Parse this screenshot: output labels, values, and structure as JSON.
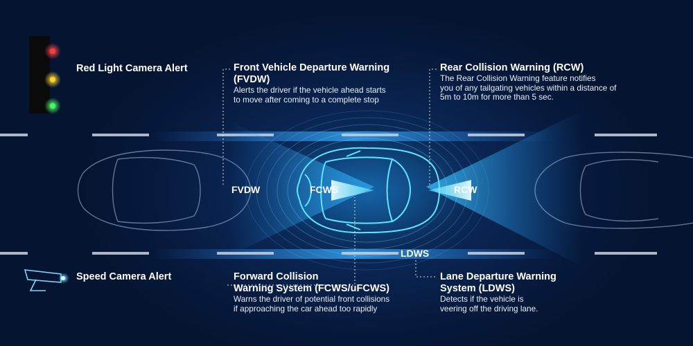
{
  "alerts": {
    "red_light": "Red Light Camera Alert",
    "speed_camera": "Speed Camera Alert"
  },
  "features": {
    "fvdw": {
      "title_line1": "Front Vehicle Departure Warning",
      "title_line2": "(FVDW)",
      "desc_line1": "Alerts the driver if the vehicle ahead starts",
      "desc_line2": "to move after coming to a complete stop"
    },
    "rcw": {
      "title": "Rear Collision Warning (RCW)",
      "desc_line1": "The Rear Collision Warning feature notifies",
      "desc_line2": "you of any tailgating vehicles within a distance of",
      "desc_line3": "5m to 10m for more than 5 sec."
    },
    "fcws": {
      "title_line1": "Forward Collision",
      "title_line2": "Warning System (FCWS/uFCWS)",
      "desc_line1": "Warns the driver of potential front collisions",
      "desc_line2": "if approaching the car ahead too rapidly"
    },
    "ldws": {
      "title_line1": "Lane Departure Warning",
      "title_line2": "System (LDWS)",
      "desc_line1": "Detects if the vehicle is",
      "desc_line2": "veering off the driving lane."
    }
  },
  "labels": {
    "fvdw": "FVDW",
    "fcws": "FCWS",
    "rcw": "RCW",
    "ldws": "LDWS"
  },
  "colors": {
    "background": "#071a3d",
    "beam": "#2aa8ff",
    "car_outline": "#5fe6ff",
    "lane_marking": "#c9d3e2",
    "light_red": "#ff3b3b",
    "light_yellow": "#ffd21f",
    "light_green": "#3cff5a"
  }
}
